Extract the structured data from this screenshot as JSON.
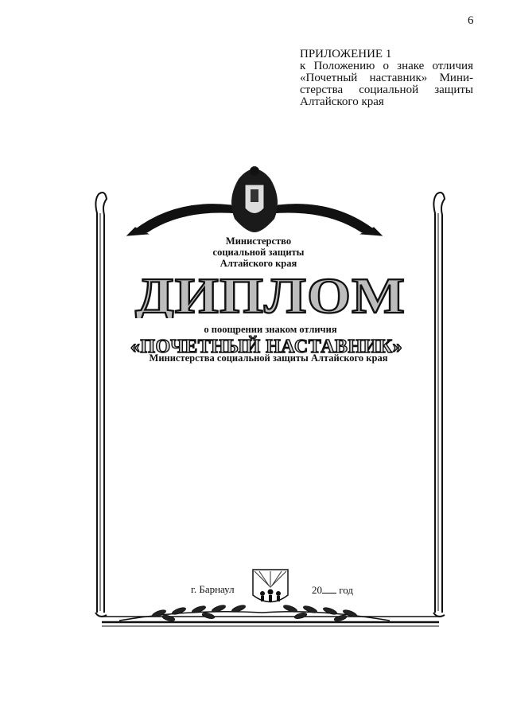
{
  "page_number": "6",
  "appendix": {
    "line1": "ПРИЛОЖЕНИЕ 1",
    "line2": "к Положению о знаке отличия",
    "line3": "«Почетный наставник» Мини-",
    "line4": "стерства социальной защиты",
    "line5": "Алтайского края"
  },
  "diploma": {
    "org_line1": "Министерство",
    "org_line2": "социальной защиты",
    "org_line3": "Алтайского края",
    "title": "ДИПЛОМ",
    "subtitle": "о поощрении знаком отличия",
    "badge_name": "«ПОЧЕТНЫЙ НАСТАВНИК»",
    "ministry": "Министерства социальной защиты Алтайского края",
    "city": "г. Барнаул",
    "year_prefix": "20",
    "year_suffix": "год"
  },
  "colors": {
    "ink": "#111111",
    "title_fill": "#bdbdbd",
    "paper": "#ffffff"
  },
  "icons": {
    "emblem": "coat-of-arms-icon",
    "bottom_emblem": "regional-emblem-icon",
    "ribbon": "ribbon-icon",
    "branches": "laurel-branch-icon"
  }
}
